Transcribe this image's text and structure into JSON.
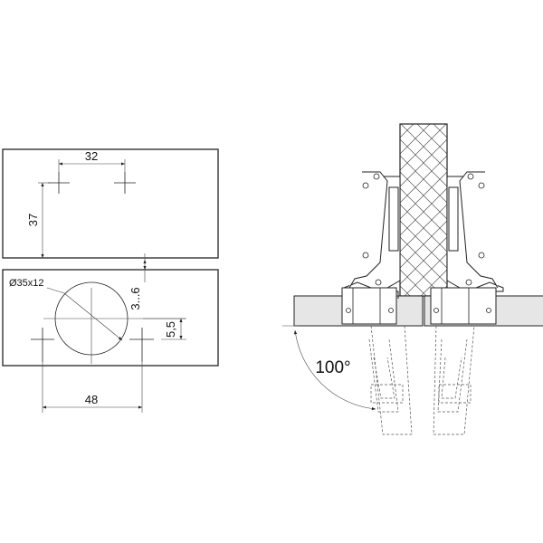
{
  "drilling_template": {
    "spacing_horizontal": "32",
    "spacing_vertical": "37",
    "cup_diameter_depth": "Ø35x12",
    "edge_distance": "3...6",
    "cup_offset": "5,5",
    "screw_spacing": "48"
  },
  "hinge_view": {
    "opening_angle": "100°"
  }
}
